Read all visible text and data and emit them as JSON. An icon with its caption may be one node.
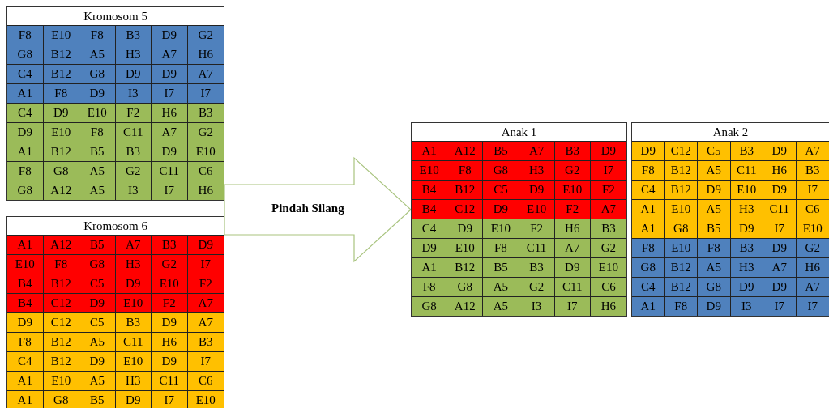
{
  "diagram": {
    "nodes": [
      {
        "text": [
          "Kromosom 5",
          "F8",
          "E10",
          "F8",
          "B3",
          "D9",
          "G2",
          "G8",
          "B12",
          "A5",
          "H3",
          "A7",
          "H6",
          "C4",
          "B12",
          "G8",
          "D9",
          "D9",
          "A7",
          "A1",
          "F8",
          "D9",
          "I3",
          "I7",
          "I7",
          "C4",
          "D9",
          "E10",
          "F2",
          "H6",
          "B3",
          "D9",
          "E10",
          "F8",
          "C11",
          "A7",
          "G2",
          "A1",
          "B12",
          "B5",
          "B3",
          "D9",
          "E10",
          "F8",
          "G8",
          "A5",
          "G2",
          "C11",
          "C6",
          "G8",
          "A12",
          "A5",
          "I3",
          "I7",
          "H6"
        ]
      },
      {
        "text": [
          "Kromosom 6",
          "A1",
          "A12",
          "B5",
          "A7",
          "B3",
          "D9",
          "E10",
          "F8",
          "G8",
          "H3",
          "G2",
          "I7",
          "B4",
          "B12",
          "C5",
          "D9",
          "E10",
          "F2",
          "B4",
          "C12",
          "D9",
          "E10",
          "F2",
          "A7",
          "D9",
          "C12",
          "C5",
          "B3",
          "D9",
          "A7",
          "F8",
          "B12",
          "A5",
          "C11",
          "H6",
          "B3",
          "C4",
          "B12",
          "D9",
          "E10",
          "D9",
          "I7",
          "A1",
          "E10",
          "A5",
          "H3",
          "C11",
          "C6",
          "A1",
          "G8",
          "B5",
          "D9",
          "I7",
          "E10"
        ]
      },
      {
        "text": [
          "Anak 1",
          "A1",
          "A12",
          "B5",
          "A7",
          "B3",
          "D9",
          "E10",
          "F8",
          "G8",
          "H3",
          "G2",
          "I7",
          "B4",
          "B12",
          "C5",
          "D9",
          "E10",
          "F2",
          "B4",
          "C12",
          "D9",
          "E10",
          "F2",
          "A7",
          "C4",
          "D9",
          "E10",
          "F2",
          "H6",
          "B3",
          "D9",
          "E10",
          "F8",
          "C11",
          "A7",
          "G2",
          "A1",
          "B12",
          "B5",
          "B3",
          "D9",
          "E10",
          "F8",
          "G8",
          "A5",
          "G2",
          "C11",
          "C6",
          "G8",
          "A12",
          "A5",
          "I3",
          "I7",
          "H6"
        ]
      },
      {
        "text": [
          "Anak 2",
          "D9",
          "C12",
          "C5",
          "B3",
          "D9",
          "A7",
          "F8",
          "B12",
          "A5",
          "C11",
          "H6",
          "B3",
          "C4",
          "B12",
          "D9",
          "E10",
          "D9",
          "I7",
          "A1",
          "E10",
          "A5",
          "H3",
          "C11",
          "C6",
          "A1",
          "G8",
          "B5",
          "D9",
          "I7",
          "E10",
          "F8",
          "E10",
          "F8",
          "B3",
          "D9",
          "G2",
          "G8",
          "B12",
          "A5",
          "H3",
          "A7",
          "H6",
          "C4",
          "B12",
          "G8",
          "D9",
          "D9",
          "A7",
          "A1",
          "F8",
          "D9",
          "I3",
          "I7",
          "I7"
        ]
      }
    ],
    "edges": [
      {
        "from": 0,
        "to": 2,
        "arrow": "to",
        "label": "Pindah Silang"
      }
    ]
  }
}
